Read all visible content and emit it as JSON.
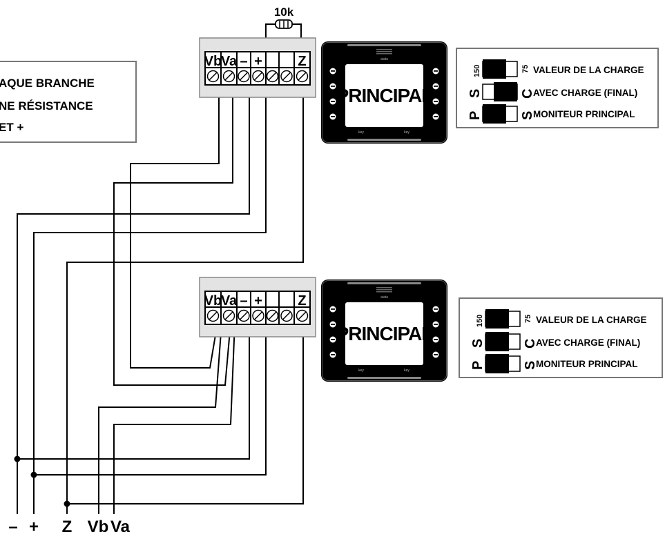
{
  "note": {
    "line1": "AQUE BRANCHE",
    "line2": "NE RÉSISTANCE",
    "line3": "ET +"
  },
  "resistor": {
    "label": "10k"
  },
  "terminal_block": {
    "labels": [
      "Vb",
      "Va",
      "–",
      "+",
      "",
      "Z"
    ]
  },
  "monitors": [
    {
      "screen_text": "PRINCIPAL",
      "brand": "aiata",
      "left_key": "key",
      "right_key": "key"
    },
    {
      "screen_text": "PRINCIPAL",
      "brand": "aiata",
      "left_key": "key",
      "right_key": "key"
    }
  ],
  "switch_panels": [
    {
      "rows": [
        {
          "left": "150",
          "right": "75",
          "desc": "VALEUR DE LA CHARGE",
          "state": "left"
        },
        {
          "left": "S",
          "right": "C",
          "desc": "AVEC CHARGE (FINAL)",
          "state": "right"
        },
        {
          "left": "P",
          "right": "S",
          "desc": "MONITEUR PRINCIPAL",
          "state": "left"
        }
      ]
    },
    {
      "rows": [
        {
          "left": "150",
          "right": "75",
          "desc": "VALEUR DE LA CHARGE",
          "state": "left"
        },
        {
          "left": "S",
          "right": "C",
          "desc": "AVEC CHARGE (FINAL)",
          "state": "left"
        },
        {
          "left": "P",
          "right": "S",
          "desc": "MONITEUR PRINCIPAL",
          "state": "left"
        }
      ]
    }
  ],
  "bus_labels": [
    "–",
    "+",
    "Z",
    "Vb",
    "Va"
  ],
  "colors": {
    "wire": "#000000",
    "block_fill": "#e3e3e3",
    "monitor": "#000000"
  }
}
